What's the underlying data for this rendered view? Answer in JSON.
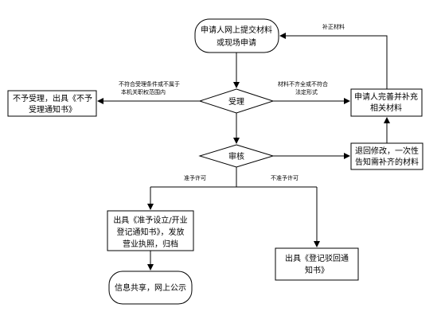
{
  "nodes": {
    "apply": [
      "申请人网上提交材料",
      "或现场申请"
    ],
    "accept": "受理",
    "reject": [
      "不予受理，出具《不予",
      "受理通知书》"
    ],
    "supplement": [
      "申请人完善并补充",
      "相关材料"
    ],
    "review": "审核",
    "return_modify": [
      "退回修改，一次性",
      "告知需补齐的材料"
    ],
    "grant": [
      "出具《准予设立/开业",
      "登记通知书》，发放",
      "营业执照，归档"
    ],
    "deny": [
      "出具《登记驳回通",
      "知书》"
    ],
    "publish": "信息共享，网上公示"
  },
  "edge_labels": {
    "supplement_back": "补正材料",
    "not_accept": [
      "不符合受理条件或不属于",
      "本机关职权范围内"
    ],
    "incomplete": [
      "材料不齐全或不符合",
      "法定形式"
    ],
    "permit": "准予许可",
    "not_permit": "不准予许可"
  }
}
